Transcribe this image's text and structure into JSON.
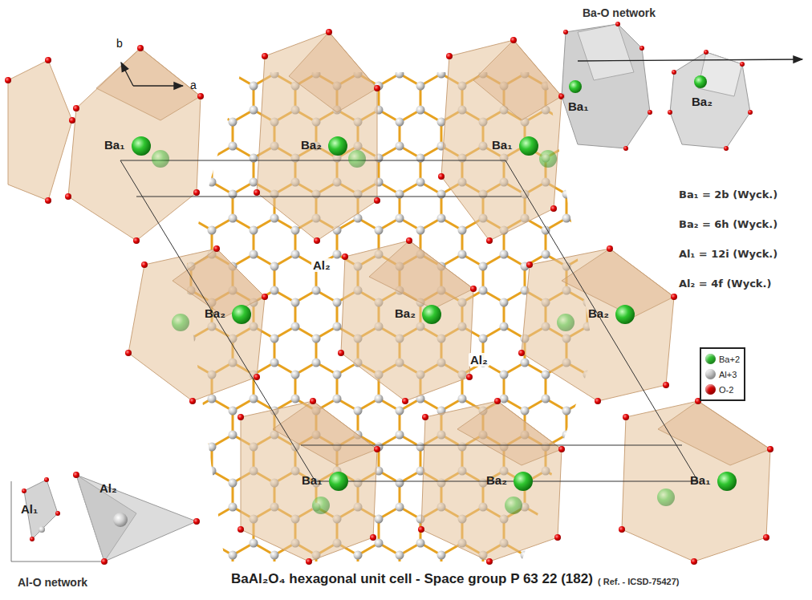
{
  "diagram": {
    "title": "BaAl₂O₄ hexagonal unit cell - Space group P 63 22 (182)",
    "labels": [
      "Ba-O network",
      "Ba₁",
      "Ba₂",
      "Ba₁ = 2b (Wyck.)",
      "Ba₂ = 6h (Wyck.)",
      "Al₁ = 12i (Wyck.)",
      "Al₂ = 4f (Wyck.)",
      "b",
      "a",
      "Ba₁",
      "Ba₂",
      "Ba₁",
      "Al₂",
      "Ba₂",
      "Ba₂",
      "Ba₂",
      "Al₂",
      "Ba₁",
      "Ba₂",
      "Ba₁",
      "Al₁",
      "Al₂",
      "Al-O network",
      "( Ref. - ICSD-75427)"
    ],
    "legend": [
      {
        "text": "Ba+2",
        "color": "#2fc52f"
      },
      {
        "text": "Al+3",
        "color": "#d0d0d0"
      },
      {
        "text": "O-2",
        "color": "#e00000"
      }
    ]
  }
}
